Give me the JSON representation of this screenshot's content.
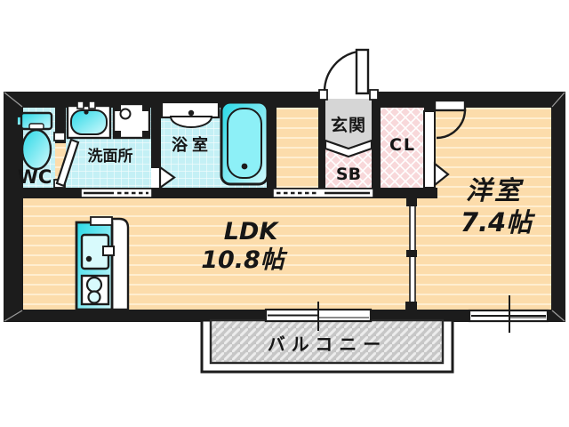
{
  "plan": {
    "rooms": {
      "wc": {
        "label": "WC"
      },
      "washroom": {
        "label": "洗面所"
      },
      "bathroom": {
        "label": "浴室"
      },
      "entrance": {
        "label": "玄関"
      },
      "shoe_box": {
        "label": "SB"
      },
      "closet": {
        "label": "CL"
      },
      "ldk": {
        "label": "LDK",
        "size": "10.8帖"
      },
      "western_room": {
        "label": "洋室",
        "size": "7.4帖"
      },
      "balcony": {
        "label": "バルコニー"
      }
    },
    "colors": {
      "wall": "#1c1c1c",
      "wet_area_tile": "#c4f0f5",
      "fixture_accent": "#2bdce9",
      "wood_flooring": "#fcdcab",
      "storage_pink": "#f8d8da",
      "entrance_gray": "#d6d6d6",
      "balcony_gray": "#c7c7c7"
    },
    "fixture_icons": [
      "toilet-icon",
      "vanity-sink-icon",
      "washer-pan-icon",
      "bath-counter-icon",
      "bathtub-icon",
      "kitchen-sink-icon",
      "kitchen-stove-icon"
    ]
  }
}
